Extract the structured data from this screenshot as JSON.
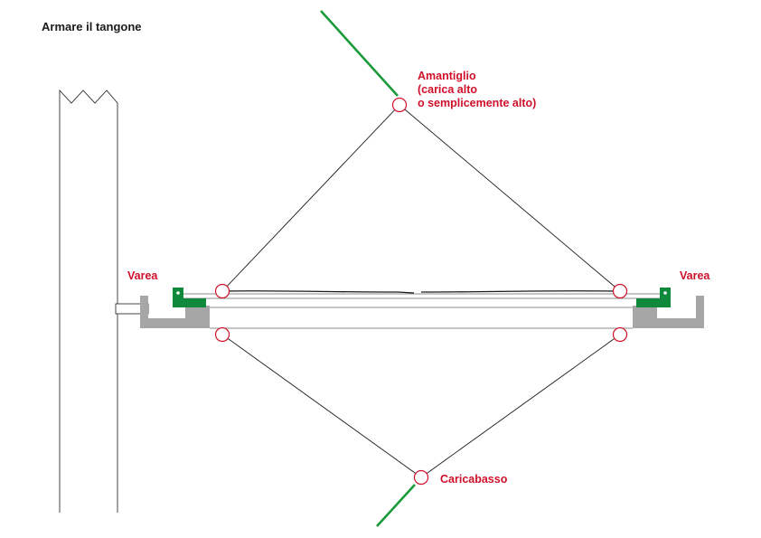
{
  "title": "Armare il tangone",
  "labels": {
    "amantiglio_line1": "Amantiglio",
    "amantiglio_line2": "(carica alto",
    "amantiglio_line3": "o semplicemente alto)",
    "caricabasso": "Caricabasso",
    "varea_left": "Varea",
    "varea_right": "Varea"
  },
  "colors": {
    "label_red": "#d0102a",
    "rope_green": "#1c9a3a",
    "fitting_green": "#0f8a3c",
    "fitting_gray": "#a6a6a6",
    "line": "#1a1a1a"
  }
}
